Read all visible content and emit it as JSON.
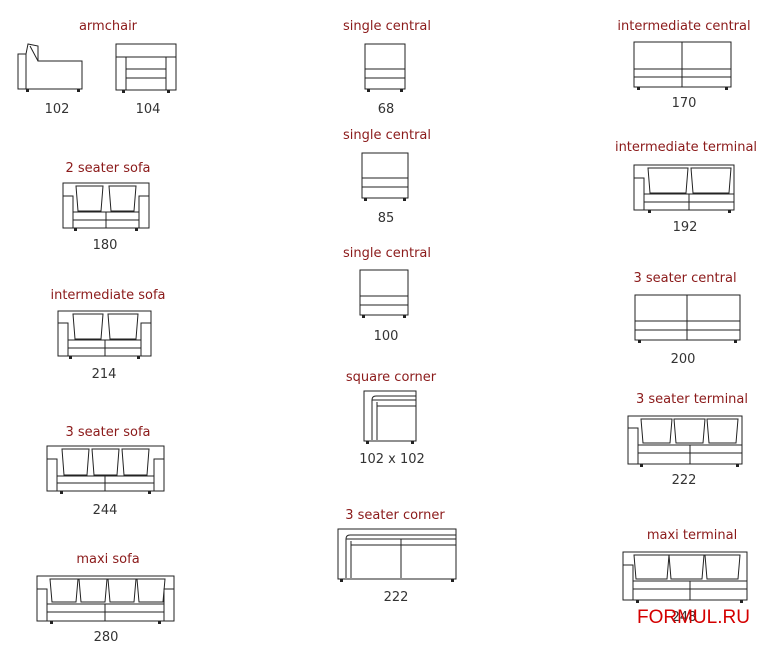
{
  "items": {
    "armchair": {
      "title": "armchair",
      "size_a": "102",
      "size_b": "104"
    },
    "two_seater_sofa": {
      "title": "2 seater sofa",
      "size": "180"
    },
    "intermediate_sofa": {
      "title": "intermediate sofa",
      "size": "214"
    },
    "three_seater_sofa": {
      "title": "3 seater sofa",
      "size": "244"
    },
    "maxi_sofa": {
      "title": "maxi sofa",
      "size": "280"
    },
    "single_central_68": {
      "title": "single central",
      "size": "68"
    },
    "single_central_85": {
      "title": "single central",
      "size": "85"
    },
    "single_central_100": {
      "title": "single central",
      "size": "100"
    },
    "square_corner": {
      "title": "square corner",
      "size": "102 x 102"
    },
    "three_seater_corner": {
      "title": "3 seater corner",
      "size": "222"
    },
    "intermediate_central": {
      "title": "intermediate central",
      "size": "170"
    },
    "intermediate_terminal": {
      "title": "intermediate terminal",
      "size": "192"
    },
    "three_seater_central": {
      "title": "3 seater central",
      "size": "200"
    },
    "three_seater_terminal": {
      "title": "3 seater terminal",
      "size": "222"
    },
    "maxi_terminal": {
      "title": "maxi terminal",
      "size": "248"
    }
  },
  "watermark": "FORMUL.RU",
  "colors": {
    "title": "#8b1a1a",
    "line": "#222222",
    "watermark": "#d40000"
  }
}
